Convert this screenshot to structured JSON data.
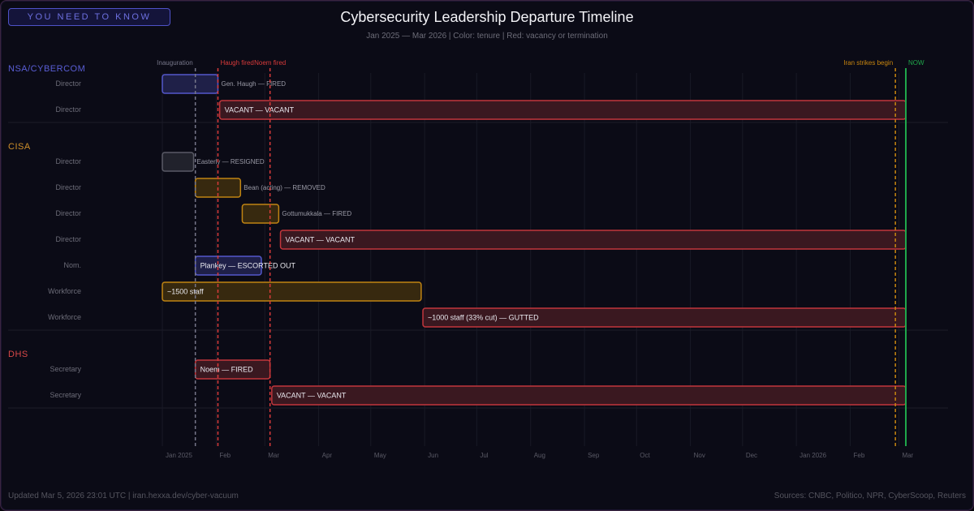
{
  "badge": "YOU NEED TO KNOW",
  "title": "Cybersecurity Leadership Departure Timeline",
  "subtitle": "Jan 2025 — Mar 2026 | Color: tenure | Red: vacancy or termination",
  "footer_left": "Updated Mar 5, 2026 23:01 UTC | iran.hexxa.dev/cyber-vacuum",
  "footer_right": "Sources: CNBC, Politico, NPR, CyberScoop, Reuters",
  "colors": {
    "blue": {
      "fill": "#1f2048",
      "stroke": "#5458cc"
    },
    "grey": {
      "fill": "#21222c",
      "stroke": "#5a5b66"
    },
    "amber": {
      "fill": "#37290f",
      "stroke": "#c08412"
    },
    "red": {
      "fill": "#3a1820",
      "stroke": "#c2363c"
    },
    "now": "#1fa64a",
    "iran": "#c8860f"
  },
  "chart_data": {
    "type": "timeline",
    "xlim": [
      "2025-01-01",
      "2026-03-05"
    ],
    "x_tick_labels": [
      "Jan 2025",
      "Feb",
      "Mar",
      "Apr",
      "May",
      "Jun",
      "Jul",
      "Aug",
      "Sep",
      "Oct",
      "Nov",
      "Dec",
      "Jan 2026",
      "Feb",
      "Mar"
    ],
    "x_ticks": [
      "2025-01-01",
      "2025-02-01",
      "2025-03-01",
      "2025-04-01",
      "2025-05-01",
      "2025-06-01",
      "2025-07-01",
      "2025-08-01",
      "2025-09-01",
      "2025-10-01",
      "2025-11-01",
      "2025-12-01",
      "2026-01-01",
      "2026-02-01",
      "2026-03-01"
    ],
    "markers": [
      {
        "label": "Inauguration",
        "date": "2025-01-20",
        "color": "#77778a",
        "style": "dashed"
      },
      {
        "label": "Haugh fired",
        "date": "2025-02-02",
        "color": "#d83a3a",
        "style": "dashed"
      },
      {
        "label": "Noem fired",
        "date": "2025-03-04",
        "color": "#d83a3a",
        "style": "dashed"
      },
      {
        "label": "Iran strikes begin",
        "date": "2026-02-27",
        "color": "#c8860f",
        "style": "dashed"
      },
      {
        "label": "NOW",
        "date": "2026-03-05",
        "color": "#1fa64a",
        "style": "solid"
      }
    ],
    "groups": [
      {
        "name": "NSA/CYBERCOM",
        "color": "#5a5ed6",
        "rows": [
          {
            "role": "Director",
            "bars": [
              {
                "label": "Gen. Haugh — FIRED",
                "start": "2025-01-01",
                "end": "2025-02-02",
                "color": "blue",
                "label_outside": true
              }
            ]
          },
          {
            "role": "Director",
            "bars": [
              {
                "label": "VACANT — VACANT",
                "start": "2025-02-03",
                "end": "2026-03-05",
                "color": "red"
              }
            ]
          }
        ]
      },
      {
        "name": "CISA",
        "color": "#d0902a",
        "rows": [
          {
            "role": "Director",
            "bars": [
              {
                "label": "Easterly — RESIGNED",
                "start": "2025-01-01",
                "end": "2025-01-19",
                "color": "grey",
                "label_outside": true
              }
            ]
          },
          {
            "role": "Director",
            "bars": [
              {
                "label": "Bean (acting) — REMOVED",
                "start": "2025-01-20",
                "end": "2025-02-15",
                "color": "amber",
                "label_outside": true
              }
            ]
          },
          {
            "role": "Director",
            "bars": [
              {
                "label": "Gottumukkala — FIRED",
                "start": "2025-02-16",
                "end": "2025-03-09",
                "color": "amber",
                "label_outside": true
              }
            ]
          },
          {
            "role": "Director",
            "bars": [
              {
                "label": "VACANT — VACANT",
                "start": "2025-03-10",
                "end": "2026-03-05",
                "color": "red"
              }
            ]
          },
          {
            "role": "Nom.",
            "bars": [
              {
                "label": "Plankey — ESCORTED OUT",
                "start": "2025-01-20",
                "end": "2025-02-27",
                "color": "blue"
              }
            ]
          },
          {
            "role": "Workforce",
            "bars": [
              {
                "label": "~1500 staff",
                "start": "2025-01-01",
                "end": "2025-05-30",
                "color": "amber"
              }
            ]
          },
          {
            "role": "Workforce",
            "bars": [
              {
                "label": "~1000 staff (33% cut) — GUTTED",
                "start": "2025-05-31",
                "end": "2026-03-05",
                "color": "red"
              }
            ]
          }
        ]
      },
      {
        "name": "DHS",
        "color": "#d84848",
        "rows": [
          {
            "role": "Secretary",
            "bars": [
              {
                "label": "Noem — FIRED",
                "start": "2025-01-20",
                "end": "2025-03-04",
                "color": "red"
              }
            ]
          },
          {
            "role": "Secretary",
            "bars": [
              {
                "label": "VACANT — VACANT",
                "start": "2025-03-05",
                "end": "2026-03-05",
                "color": "red"
              }
            ]
          }
        ]
      }
    ]
  }
}
